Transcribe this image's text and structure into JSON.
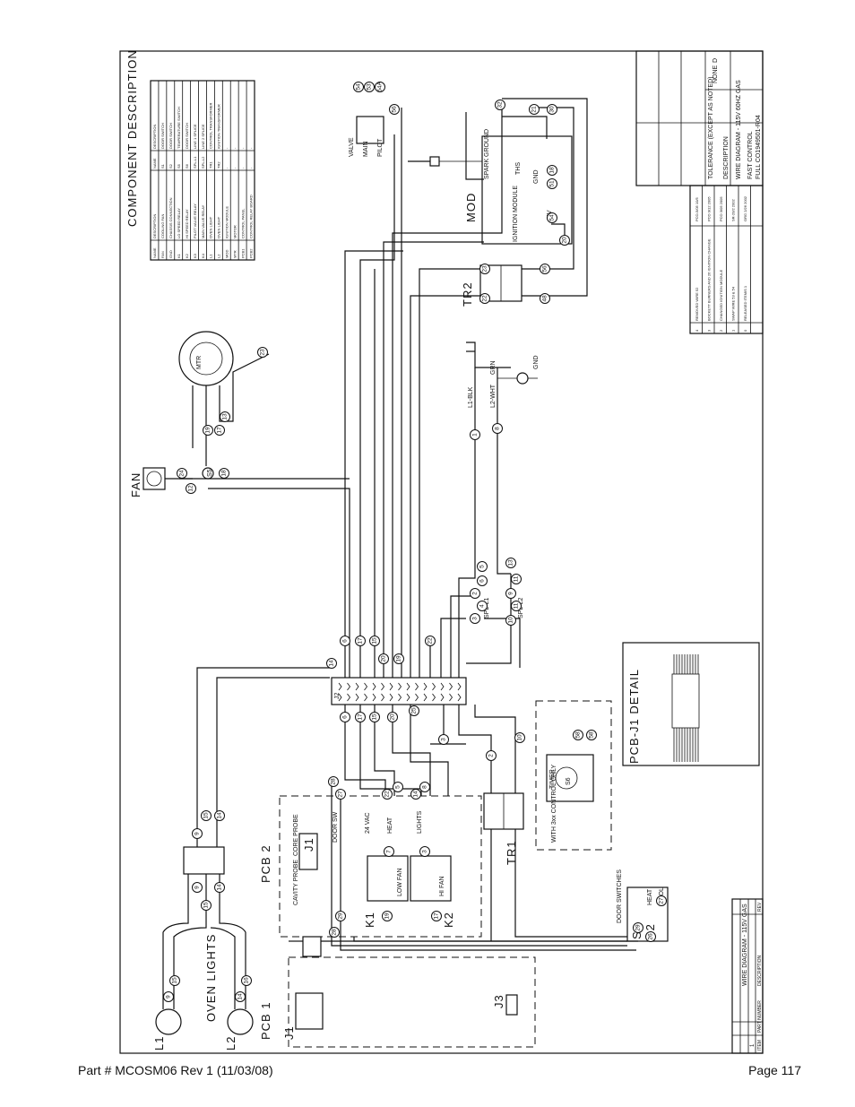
{
  "page": {
    "footer_left": "Part # MCOSM06 Rev 1 (11/03/08)",
    "footer_right": "Page 117"
  },
  "component_table": {
    "title": "COMPONENT DESCRIPTION",
    "headers": [
      "NAME",
      "DESCRIPTION",
      "NAME",
      "DESCRIPTION"
    ],
    "rows": [
      [
        "FAN",
        "COOLING FAN",
        "S1",
        "DOOR SWITCH"
      ],
      [
        "GND",
        "CHASSIS CONNECTION",
        "S2",
        "DOOR SWITCH"
      ],
      [
        "K1",
        "LO SPEED RELAY",
        "S5",
        "TEMPERATURE SWITCH"
      ],
      [
        "K2",
        "HI SPEED RELAY",
        "S6",
        "DOOR SWITCH"
      ],
      [
        "K3",
        "PILOT VALVE RELAY",
        "SPL-L1",
        "LINE 1 SPLICE"
      ],
      [
        "K4",
        "MAIN VALVE RELAY",
        "SPL-L2",
        "LINE 2 SPLICE"
      ],
      [
        "L1",
        "OVEN LIGHT",
        "TR1",
        "CONTROL TRANSFORMER"
      ],
      [
        "L2",
        "OVEN LIGHT",
        "TR2",
        "IGNITION TRANSFORMER"
      ],
      [
        "MOD",
        "IGNITION MODULE",
        "-",
        "-"
      ],
      [
        "MTR",
        "MOTOR",
        "-",
        "-"
      ],
      [
        "PCB1",
        "CONTROL PANEL",
        "-",
        "-"
      ],
      [
        "PCB2",
        "CONTROL RELAY BOARD",
        "-",
        "-"
      ]
    ]
  },
  "labels": {
    "fan": "FAN",
    "mtr": "MTR",
    "mod": "MOD",
    "ignition_module": "IGNITION MODULE",
    "tr1": "TR1",
    "tr2": "TR2",
    "pcb1": "PCB 1",
    "pcb2": "PCB 2",
    "pcb_j1_detail": "PCB-J1 DETAIL",
    "oven_lights": "OVEN LIGHTS",
    "l1": "L1",
    "l2": "L2",
    "k1": "K1",
    "k2": "K2",
    "j1": "J1",
    "j1b": "J1",
    "j2": "J2",
    "j3": "J3",
    "s1": "S1",
    "s2": "S2",
    "s5": "S5",
    "s6": "S6",
    "door_switches": "DOOR SWITCHES",
    "valve": "VALVE",
    "main": "MAIN",
    "pilot": "PILOT",
    "ground": "GROUND",
    "spark": "SPARK",
    "ths": "THS",
    "gnd": "GND",
    "mv": "MV",
    "l1_blk": "L1-BLK",
    "l2_wht": "L2-WHT",
    "grn": "GRN",
    "gnd2": "GND",
    "spl_l1": "SPL-L1",
    "spl_l2": "SPL-L2",
    "timer": "TIMER",
    "with_3xx": "WITH 3xx CONTROL ONLY",
    "low_fan": "LOW FAN",
    "hi_fan": "HI FAN",
    "core_probe": "CORE PROBE",
    "cavity_probe": "CAVITY PROBE",
    "door_sw": "DOOR SW",
    "heat": "HEAT",
    "lights": "LIGHTS",
    "vac24": "24 VAC",
    "heat2": "HEAT",
    "cool": "COOL"
  },
  "title_block": {
    "company": "TOLERANCE (EXCEPT AS NOTED)",
    "description_label": "DESCRIPTION",
    "description": "WIRE DIAGRAM - 115V 60HZ GAS",
    "model": "FAST CONTROL",
    "file_name": "FULL CO1949501-R04",
    "scale": "NONE",
    "size": "D"
  },
  "revisions": [
    [
      "4",
      "REMOVED WIRE 52",
      "PCO-5/05 10/5"
    ],
    [
      "3",
      "BOCKETT BURNERS AND 26 IGNITION CHANGE",
      "PCO 9/12 2005"
    ],
    [
      "2",
      "CHANGED IGNITION MODULE",
      "PCO 3/05 2005"
    ],
    [
      "1",
      "SWAP WIRE 53 & 54",
      "SR-20/2 2002"
    ],
    [
      "0",
      "RELEASED ITEM/S 1",
      "ORG 2/26 2002"
    ]
  ],
  "parts_block": {
    "part_no": "WIRE DIAGRAM - 115V GAS",
    "item": "1",
    "header1": "ITEM",
    "header2": "PART NUMBER",
    "header3": "DESCRIPTION",
    "header4": "REV"
  }
}
